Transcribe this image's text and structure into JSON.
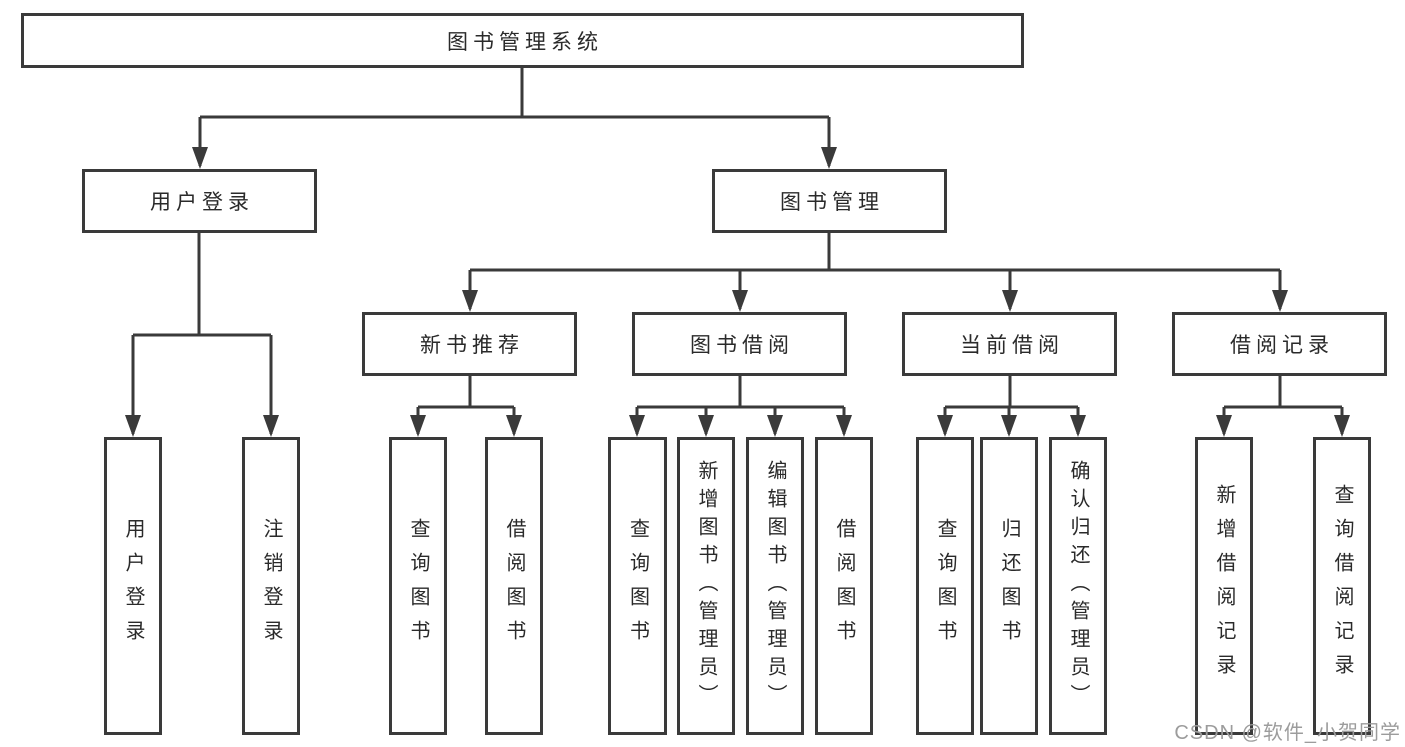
{
  "diagram": {
    "root": {
      "label": "图书管理系统"
    },
    "branches": [
      {
        "label": "用户登录",
        "children": [
          "用户登录",
          "注销登录"
        ]
      },
      {
        "label": "图书管理",
        "children": [
          {
            "label": "新书推荐",
            "children": [
              "查询图书",
              "借阅图书"
            ]
          },
          {
            "label": "图书借阅",
            "children": [
              "查询图书",
              "新增图书（管理员）",
              "编辑图书（管理员）",
              "借阅图书"
            ]
          },
          {
            "label": "当前借阅",
            "children": [
              "查询图书",
              "归还图书",
              "确认归还（管理员）"
            ]
          },
          {
            "label": "借阅记录",
            "children": [
              "新增借阅记录",
              "查询借阅记录"
            ]
          }
        ]
      }
    ]
  },
  "watermark": {
    "text": "CSDN @软件_小贺同学"
  },
  "colors": {
    "line": "#3a3a3a",
    "box_border": "#3a3a3a",
    "text": "#2a2a2a",
    "watermark": "#9c9c9c",
    "background": "#ffffff"
  }
}
